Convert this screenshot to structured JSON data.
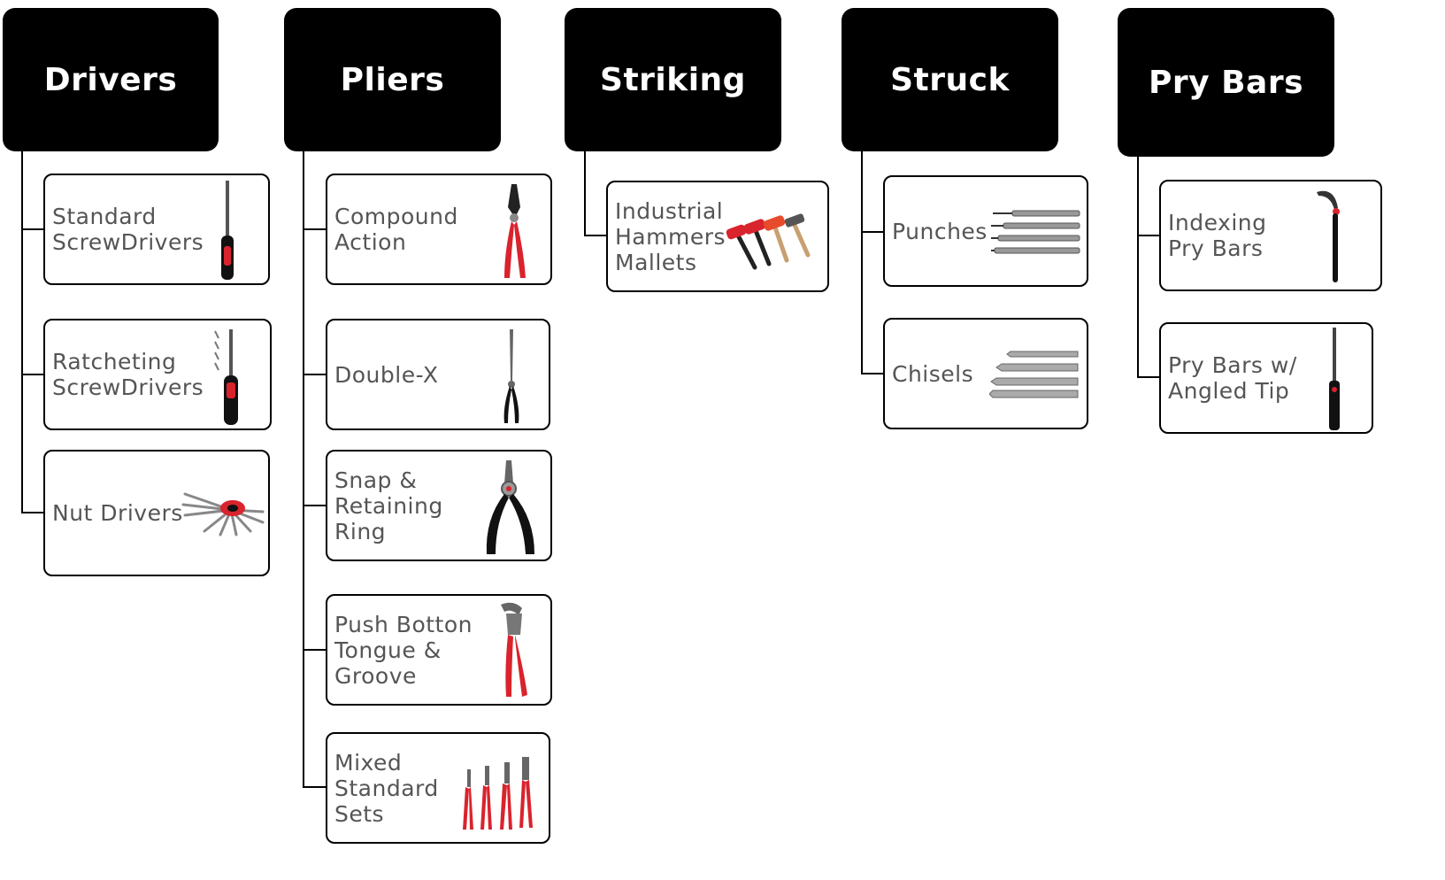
{
  "colors": {
    "header_bg": "#000000",
    "header_text": "#ffffff",
    "label_text": "#555555",
    "accent_red": "#d9232d"
  },
  "categories": [
    {
      "title": "Drivers",
      "items": [
        {
          "lines": [
            "Standard",
            "ScrewDrivers"
          ],
          "icon": "screwdriver-icon"
        },
        {
          "lines": [
            "Ratcheting",
            "ScrewDrivers"
          ],
          "icon": "ratcheting-screwdriver-icon"
        },
        {
          "lines": [
            "Nut Drivers"
          ],
          "icon": "nut-driver-set-icon"
        }
      ]
    },
    {
      "title": "Pliers",
      "items": [
        {
          "lines": [
            "Compound",
            "Action"
          ],
          "icon": "compound-pliers-icon"
        },
        {
          "lines": [
            "Double-X"
          ],
          "icon": "double-x-pliers-icon"
        },
        {
          "lines": [
            "Snap &",
            "Retaining",
            "Ring"
          ],
          "icon": "snap-ring-pliers-icon"
        },
        {
          "lines": [
            "Push Botton",
            "Tongue &",
            "Groove"
          ],
          "icon": "tongue-groove-pliers-icon"
        },
        {
          "lines": [
            "Mixed",
            "Standard",
            "Sets"
          ],
          "icon": "pliers-set-icon"
        }
      ]
    },
    {
      "title": "Striking",
      "items": [
        {
          "lines": [
            "Industrial",
            "Hammers",
            "Mallets"
          ],
          "icon": "hammers-mallets-icon"
        }
      ]
    },
    {
      "title": "Struck",
      "items": [
        {
          "lines": [
            "Punches"
          ],
          "icon": "punches-icon"
        },
        {
          "lines": [
            "Chisels"
          ],
          "icon": "chisels-icon"
        }
      ]
    },
    {
      "title": "Pry Bars",
      "items": [
        {
          "lines": [
            "Indexing",
            "Pry Bars"
          ],
          "icon": "indexing-pry-bar-icon"
        },
        {
          "lines": [
            "Pry Bars w/",
            "Angled Tip"
          ],
          "icon": "angled-pry-bar-icon"
        }
      ]
    }
  ]
}
